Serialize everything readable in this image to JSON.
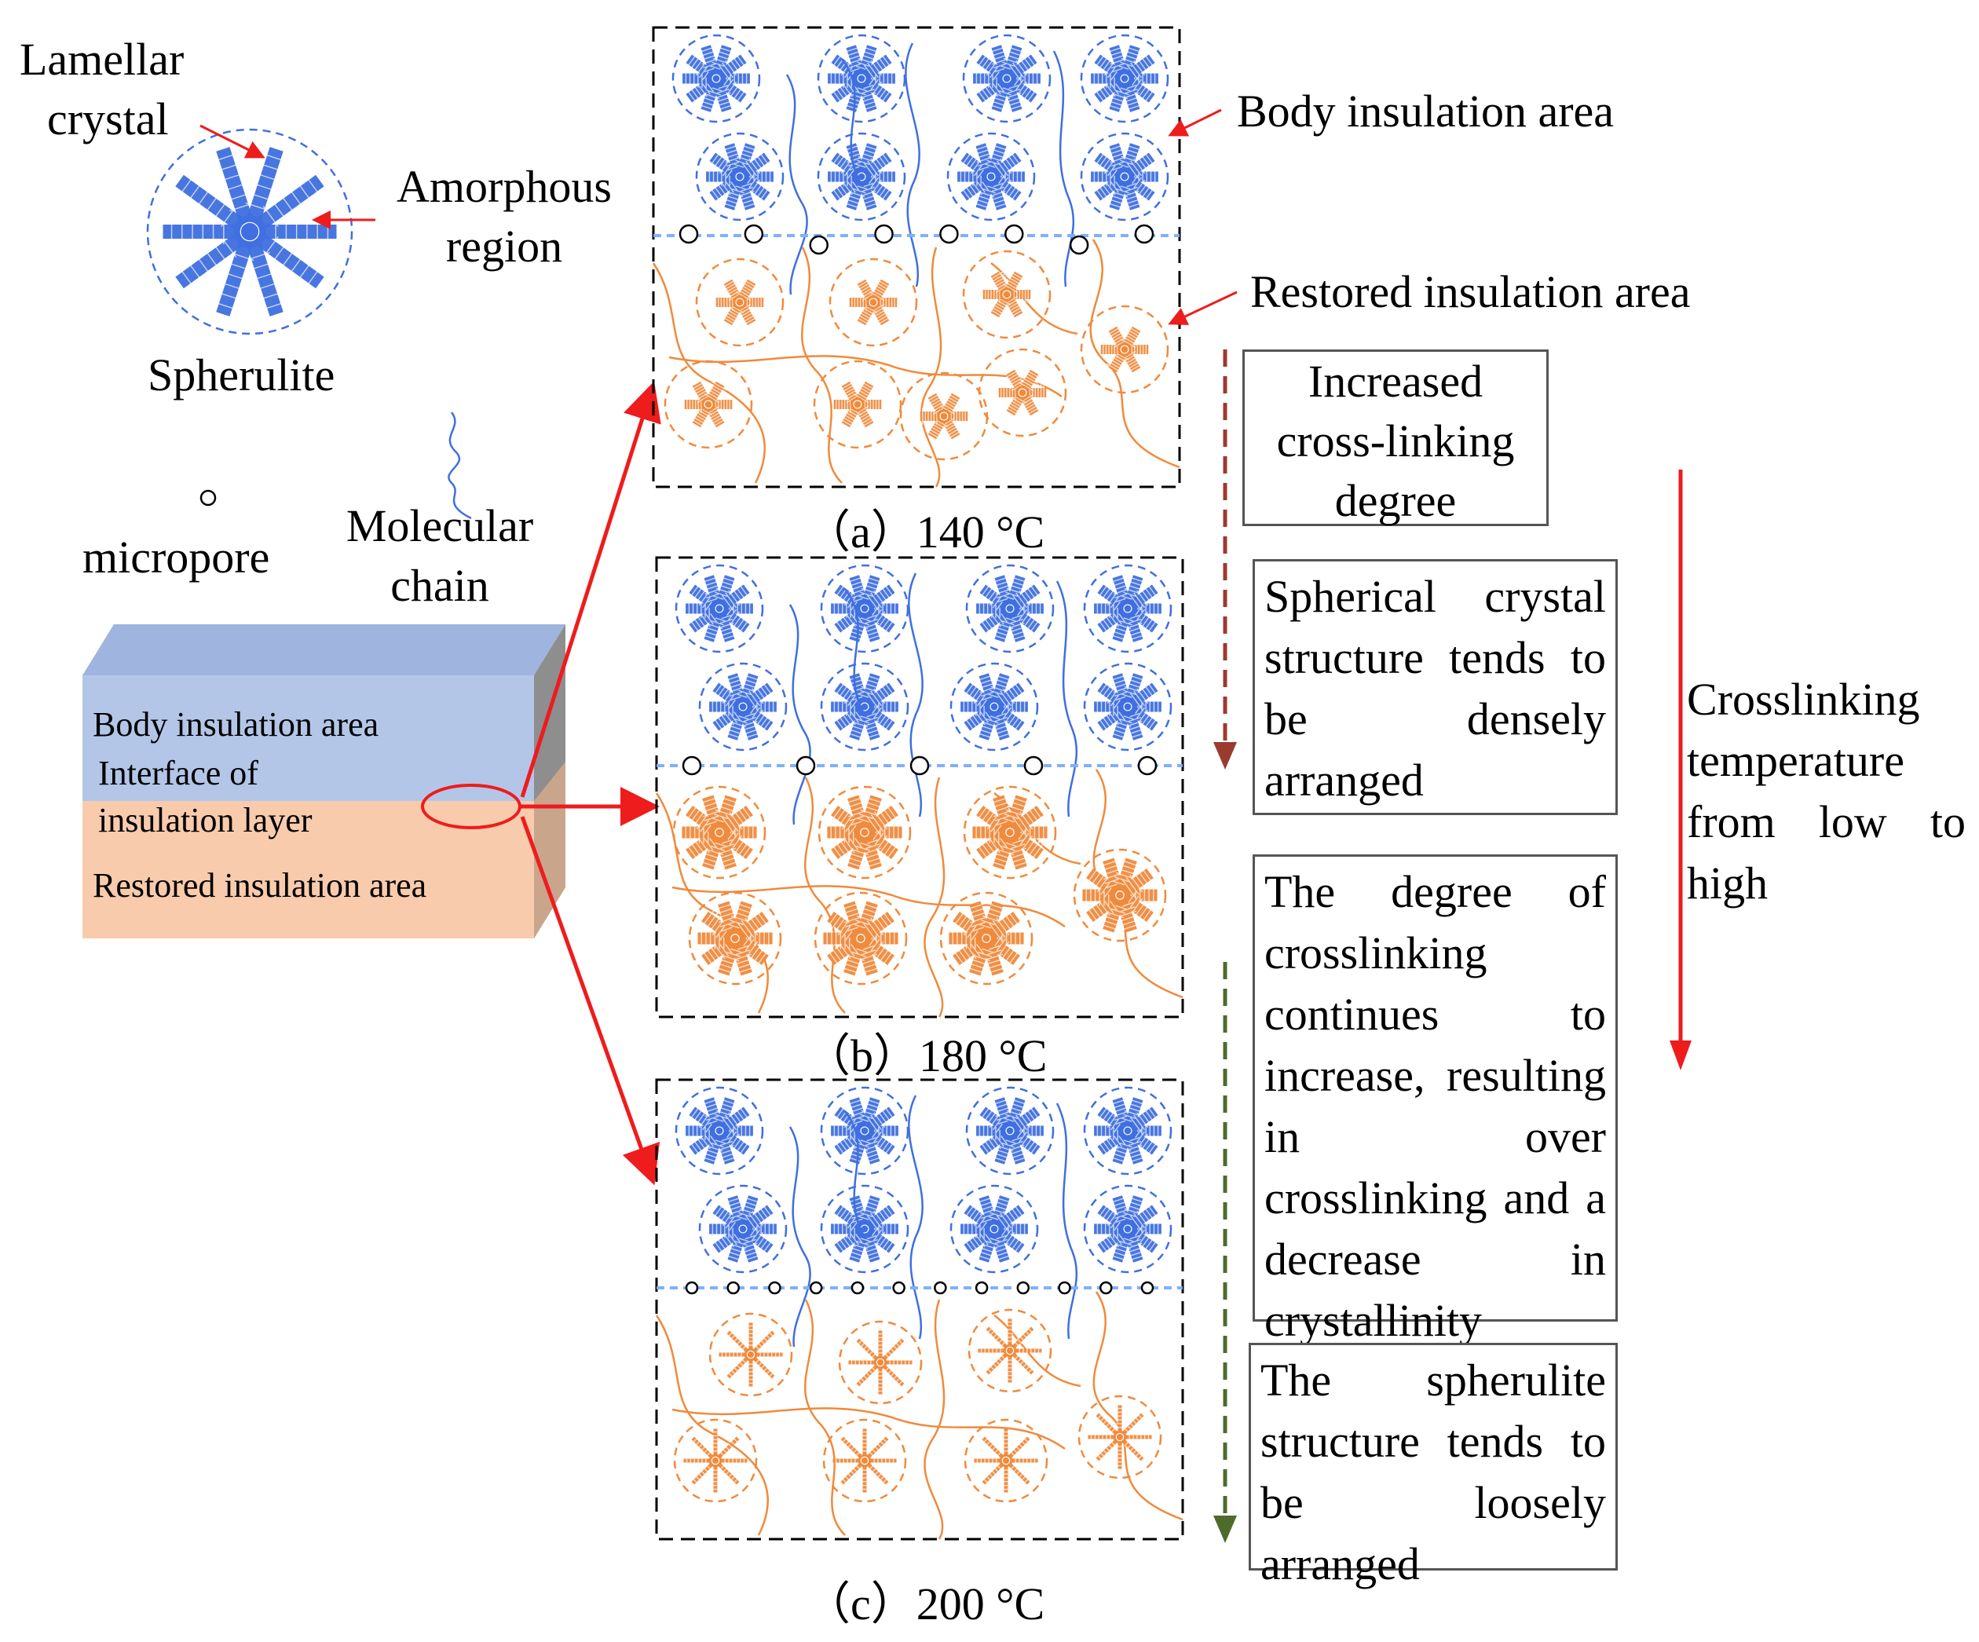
{
  "legend": {
    "lamellar_line1": "Lamellar",
    "lamellar_line2": "crystal",
    "amorphous_line1": "Amorphous",
    "amorphous_line2": "region",
    "spherulite": "Spherulite",
    "micropore": "micropore",
    "molecular_line1": "Molecular",
    "molecular_line2": "chain"
  },
  "block": {
    "body_label": "Body insulation area",
    "interface_line1": "Interface of",
    "interface_line2": "insulation layer",
    "restored_label": "Restored insulation area"
  },
  "panels": [
    {
      "caption": "（a）140 °C",
      "micropores": 8,
      "lower_style": "small"
    },
    {
      "caption": "（b）180 °C",
      "micropores": 5,
      "lower_style": "dense"
    },
    {
      "caption": "（c）200 °C",
      "micropores": 12,
      "lower_style": "loose"
    }
  ],
  "annotations": {
    "body_area": "Body insulation area",
    "restored_area": "Restored insulation area"
  },
  "boxes": {
    "increased": "Increased cross-linking degree",
    "spherical": "Spherical crystal structure tends to be densely arranged",
    "degree": "The degree of crosslinking continues to increase, resulting in over crosslinking and a decrease in crystallinity",
    "loose": "The spherulite structure tends to be loosely arranged"
  },
  "side_text": "Crosslinking temperature from low to high",
  "colors": {
    "blue": "#3f6fe0",
    "blue_light": "#7fb0ff",
    "orange": "#f08a3c",
    "red": "#ee1c1c",
    "dark_red": "#9b3a2e",
    "dark_green": "#4e6b2a",
    "block_blue": "#b4c6e7",
    "block_orange": "#f8cbad"
  }
}
